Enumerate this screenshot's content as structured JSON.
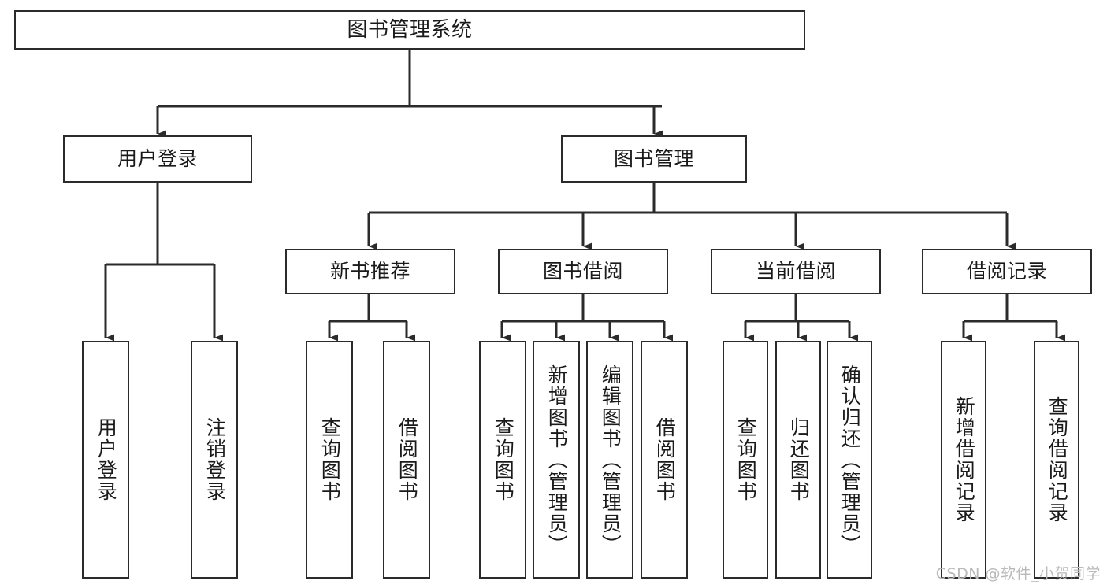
{
  "diagram": {
    "title": "图书管理系统",
    "type": "tree-hierarchy-chart",
    "watermark": "CSDN @软件_小贺同学",
    "colors": {
      "box_border": "#2b2b2b",
      "box_fill": "#ffffff",
      "edge": "#2b2b2b",
      "text": "#1a1a1a",
      "watermark": "#b9b9b9",
      "background": "#ffffff"
    },
    "nodes": {
      "root": {
        "label": "图书管理系统"
      },
      "level2": [
        {
          "id": "user-login",
          "label": "用户登录"
        },
        {
          "id": "book-manage",
          "label": "图书管理"
        }
      ],
      "level3": [
        {
          "id": "new-book-recommend",
          "label": "新书推荐"
        },
        {
          "id": "book-borrow",
          "label": "图书借阅"
        },
        {
          "id": "current-borrow",
          "label": "当前借阅"
        },
        {
          "id": "borrow-record",
          "label": "借阅记录"
        }
      ],
      "leaves": {
        "user-login": [
          {
            "id": "leaf-user-login",
            "label": "用户登录"
          },
          {
            "id": "leaf-user-logout",
            "label": "注销登录"
          }
        ],
        "new-book-recommend": [
          {
            "id": "leaf-query-book-1",
            "label": "查询图书"
          },
          {
            "id": "leaf-borrow-book-1",
            "label": "借阅图书"
          }
        ],
        "book-borrow": [
          {
            "id": "leaf-query-book-2",
            "label": "查询图书"
          },
          {
            "id": "leaf-add-book",
            "label": "新增图书（管理员）"
          },
          {
            "id": "leaf-edit-book",
            "label": "编辑图书（管理员）"
          },
          {
            "id": "leaf-borrow-book-2",
            "label": "借阅图书"
          }
        ],
        "current-borrow": [
          {
            "id": "leaf-query-book-3",
            "label": "查询图书"
          },
          {
            "id": "leaf-return-book",
            "label": "归还图书"
          },
          {
            "id": "leaf-confirm-return",
            "label": "确认归还（管理员）"
          }
        ],
        "borrow-record": [
          {
            "id": "leaf-add-record",
            "label": "新增借阅记录"
          },
          {
            "id": "leaf-query-record",
            "label": "查询借阅记录"
          }
        ]
      }
    }
  }
}
